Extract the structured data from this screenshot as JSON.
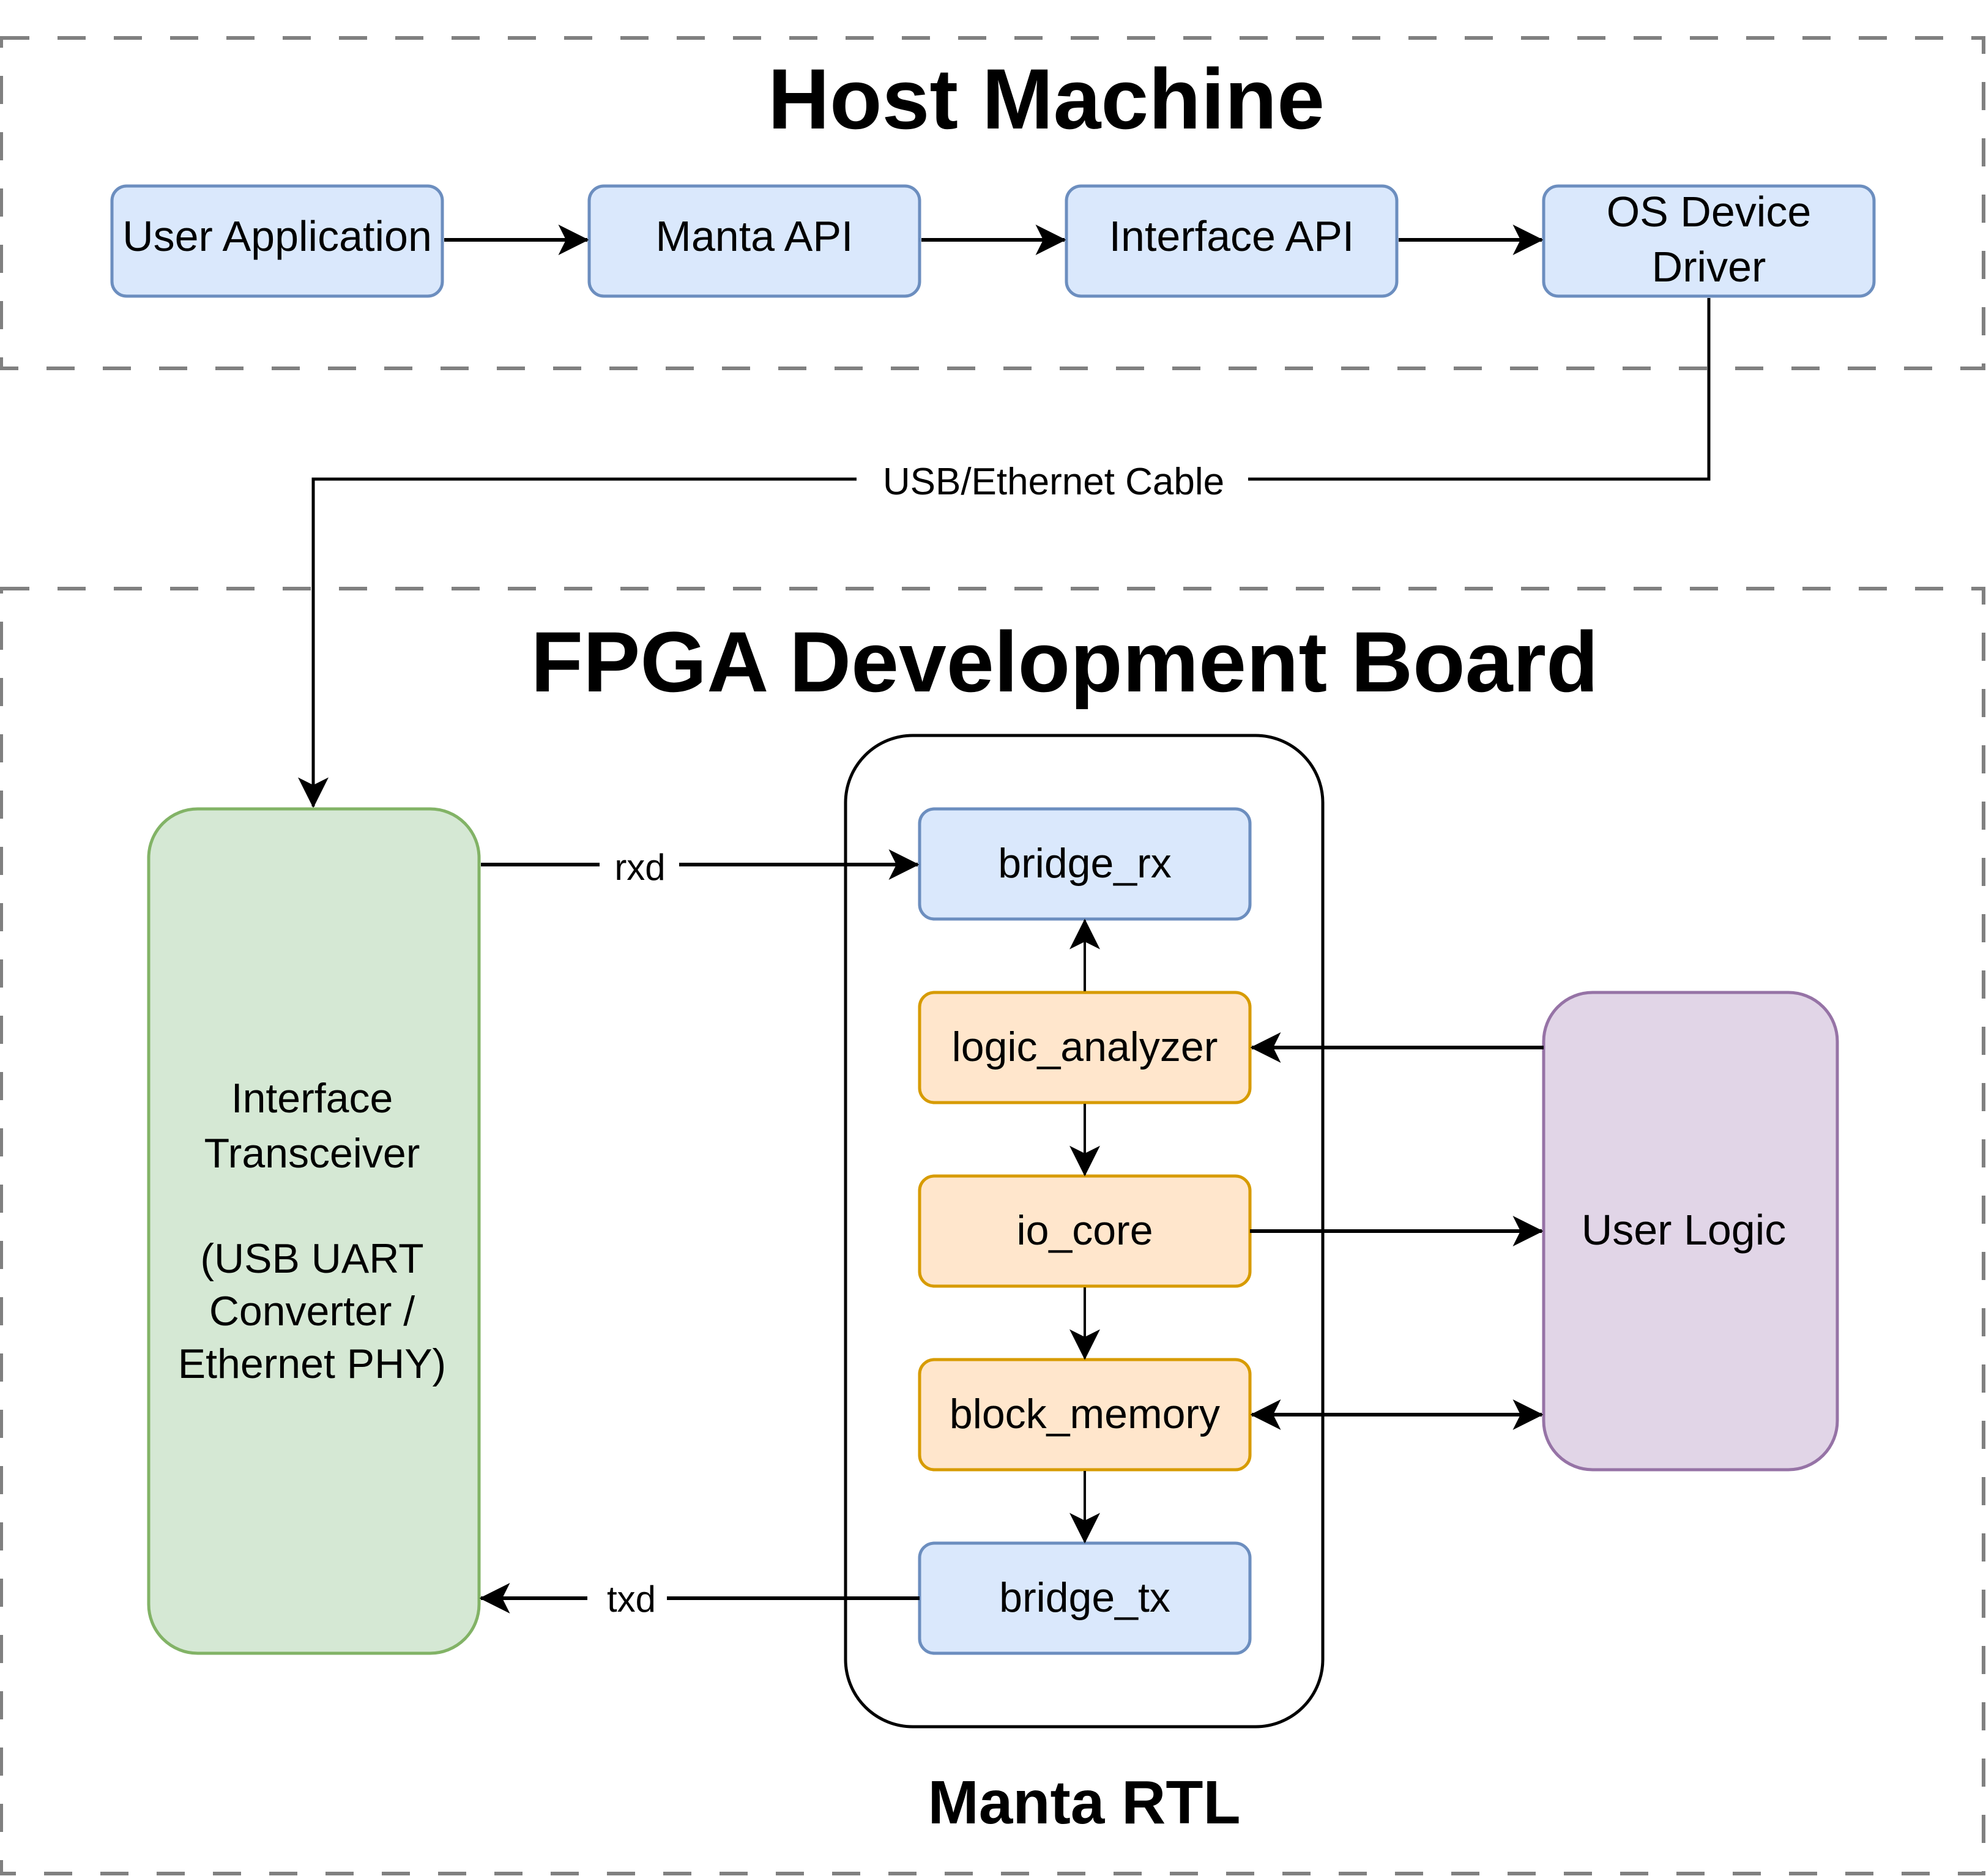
{
  "host": {
    "title": "Host Machine",
    "nodes": {
      "user_app": "User Application",
      "manta_api": "Manta API",
      "interface_api": "Interface API",
      "os_driver_line1": "OS Device",
      "os_driver_line2": "Driver"
    }
  },
  "cable_label": "USB/Ethernet Cable",
  "fpga": {
    "title": "FPGA Development Board",
    "transceiver": {
      "line1": "Interface",
      "line2": "Transceiver",
      "line3": "(USB UART",
      "line4": "Converter /",
      "line5": "Ethernet PHY)"
    },
    "rxd_label": "rxd",
    "txd_label": "txd",
    "manta_rtl": {
      "title": "Manta RTL",
      "bridge_rx": "bridge_rx",
      "logic_analyzer": "logic_analyzer",
      "io_core": "io_core",
      "block_memory": "block_memory",
      "bridge_tx": "bridge_tx"
    },
    "user_logic": "User Logic"
  },
  "colors": {
    "blue_fill": "#dae8fc",
    "blue_stroke": "#6c8ebf",
    "orange_fill": "#ffe6cc",
    "orange_stroke": "#d79b00",
    "green_fill": "#d5e8d4",
    "green_stroke": "#82b366",
    "purple_fill": "#e1d5e7",
    "purple_stroke": "#9673a6",
    "dashed_border": "#808080"
  }
}
